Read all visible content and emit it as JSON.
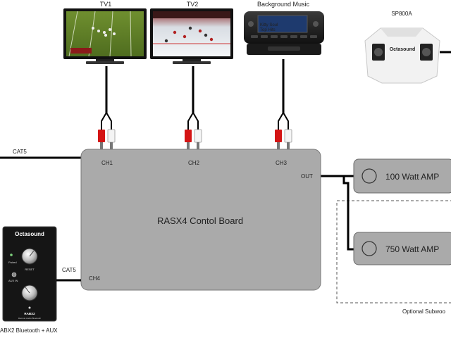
{
  "devices": {
    "tv1": {
      "label": "TV1"
    },
    "tv2": {
      "label": "TV2"
    },
    "background_music": {
      "label": "Background Music",
      "screen_lines": [
        "",
        "Kitty Soul",
        "Top Hits"
      ]
    },
    "speaker": {
      "label": "SP800A",
      "brand": "Octasound"
    },
    "bluetooth": {
      "label": "ABX2 Bluetooth + AUX",
      "brand": "Octasound",
      "knob_label": "RESET",
      "pairing_label": "Paired",
      "aux_label": "AUX IN",
      "model": "RABX2",
      "model_sub": "Remote Audio Bluetooth"
    }
  },
  "board": {
    "title": "RASX4 Contol Board",
    "channels": [
      "CH1",
      "CH2",
      "CH3",
      "CH4"
    ],
    "out_label": "OUT"
  },
  "cables": {
    "cat5_left": "CAT5",
    "cat5_bottom": "CAT5"
  },
  "amps": [
    {
      "label": "100 Watt AMP"
    },
    {
      "label": "750 Watt AMP"
    }
  ],
  "optional_label": "Optional Subwoo"
}
